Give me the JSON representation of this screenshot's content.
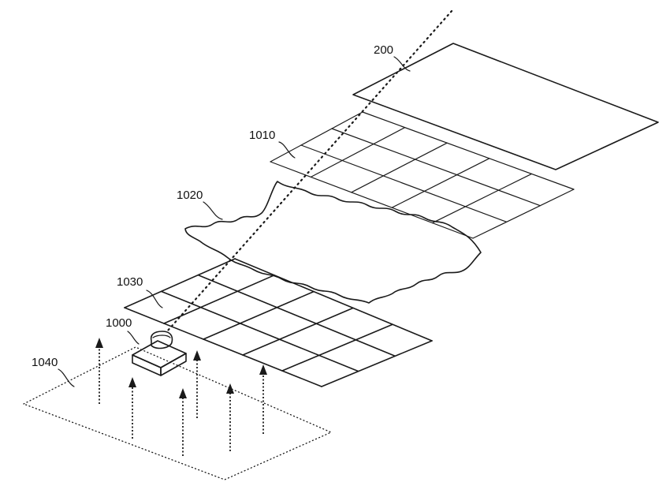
{
  "labels": {
    "cover": "200",
    "upper_grid": "1010",
    "film": "1020",
    "lower_grid": "1030",
    "source": "1000",
    "base": "1040"
  }
}
